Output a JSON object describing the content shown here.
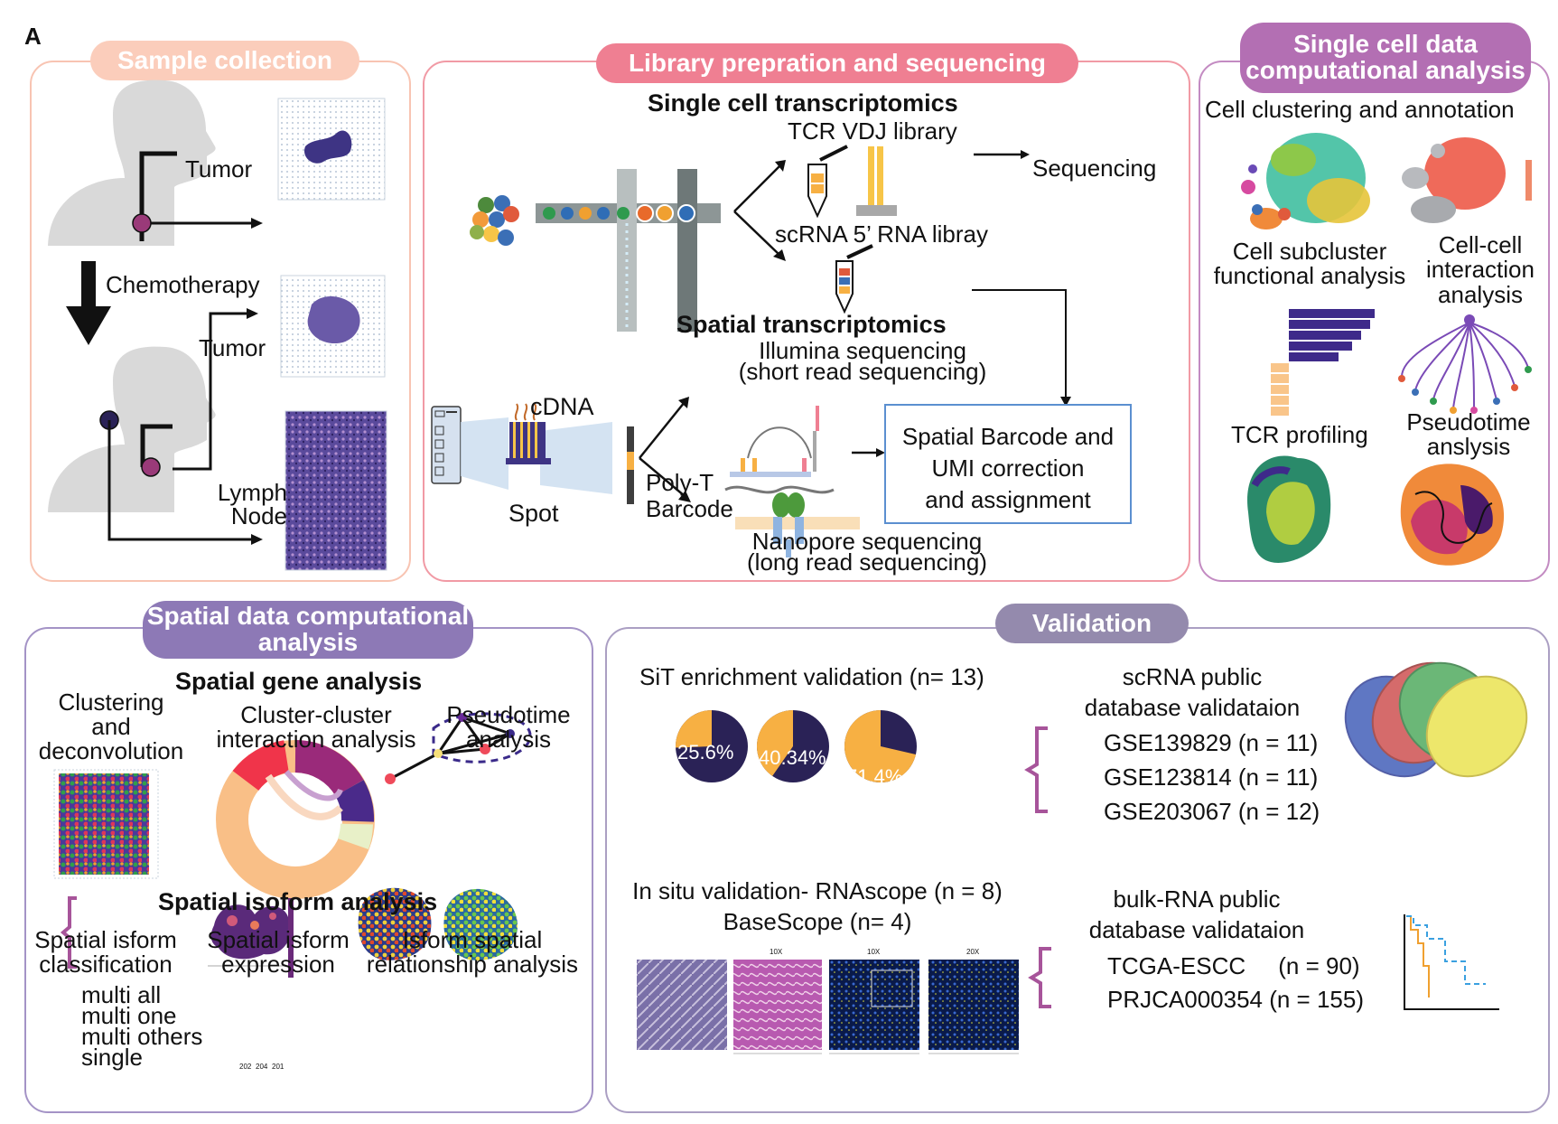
{
  "figure_label": "A",
  "panels": {
    "sample": {
      "title": "Sample collection",
      "tumor_top": "Tumor",
      "chemotherapy": "Chemotherapy",
      "tumor_bottom": "Tumor",
      "lymph_node": "Lymph\nNode"
    },
    "library": {
      "title": "Library prepration and sequencing",
      "sc_transcriptomics": "Single cell transcriptomics",
      "tcr_vdj": "TCR VDJ library",
      "sequencing": "Sequencing",
      "scrna_lib": "scRNA 5’ RNA libray",
      "spatial_transcriptomics": "Spatial transcriptomics",
      "illumina": "Illumina sequencing\n(short read sequencing)",
      "cdna": "cDNA",
      "spot": "Spot",
      "polyt": "Poly-T\nBarcode",
      "barcode_box": "Spatial Barcode and\nUMI correction\nand assignment",
      "nanopore": "Nanopore sequencing\n(long read sequencing)"
    },
    "single_cell": {
      "title": "Single cell data\ncomputational analysis",
      "clustering": "Cell clustering and annotation",
      "subcluster": "Cell subcluster\nfunctional analysis",
      "cellcell": "Cell-cell\ninteraction\nanalysis",
      "tcr": "TCR profiling",
      "pseudotime": "Pseudotime\nanslysis"
    },
    "spatial": {
      "title": "Spatial data\ncomputational analysis",
      "gene_analysis": "Spatial gene analysis",
      "clustering": "Clustering\nand\ndeconvolution",
      "cluster_cluster": "Cluster-cluster\ninteraction analysis",
      "pseudotime": "Pseudotime\nanalysis",
      "isoform_analysis": "Spatial isoform analysis",
      "iso_class": "Spatial isform\nclassification",
      "iso_expr": "Spatial isform\nexpression",
      "iso_spatial": "Isform spatial\nrelationship analysis",
      "categories": [
        "multi all",
        "multi one",
        "multi others",
        "single"
      ],
      "heat_ticks": [
        "202",
        "204",
        "201"
      ]
    },
    "validation": {
      "title": "Validation",
      "sit": "SiT enrichment validation   (n= 13)",
      "pies": [
        {
          "label": "25.6%",
          "value": 25.6
        },
        {
          "label": "40.34%",
          "value": 40.34
        },
        {
          "label": "71.4%",
          "value": 71.4
        }
      ],
      "scrna_db": "scRNA  public\ndatabase validataion",
      "gse": [
        "GSE139829 (n = 11)",
        "GSE123814 (n = 11)",
        "GSE203067 (n = 12)"
      ],
      "insitu": "In situ validation- RNAscope (n = 8)\nBaseScope  (n= 4)",
      "mags": [
        "10X",
        "10X",
        "20X"
      ],
      "bulk_db": "bulk-RNA public\ndatabase validataion",
      "bulk": [
        "TCGA-ESCC     (n = 90)",
        "PRJCA000354 (n = 155)"
      ]
    }
  },
  "colors": {
    "salmon": "#f6b39f",
    "pink": "#ef7f92",
    "purple": "#b36fb3",
    "lavender": "#8d79b6",
    "gray_purple": "#948aad",
    "navy": "#2a2256",
    "orange": "#f7b043"
  }
}
